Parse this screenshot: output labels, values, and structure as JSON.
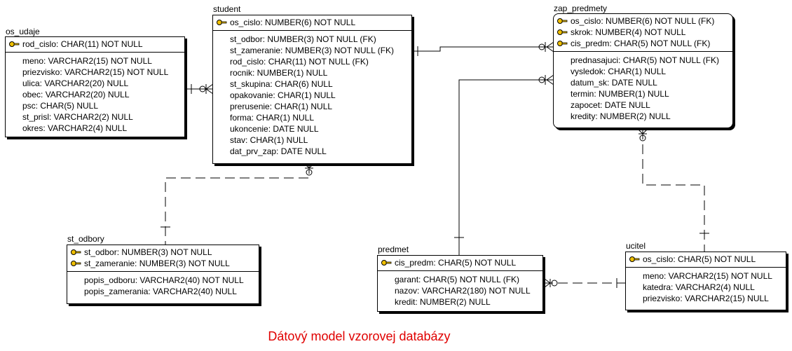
{
  "caption": "Dátový model vzorovej databázy",
  "entities": {
    "os_udaje": {
      "title": "os_udaje",
      "keys": [
        "rod_cislo: CHAR(11) NOT NULL"
      ],
      "attrs": [
        "meno: VARCHAR2(15) NOT NULL",
        "priezvisko: VARCHAR2(15) NOT NULL",
        "ulica: VARCHAR2(20) NULL",
        "obec: VARCHAR2(20) NULL",
        "psc: CHAR(5) NULL",
        "st_prisl: VARCHAR2(2) NULL",
        "okres: VARCHAR2(4) NULL"
      ]
    },
    "student": {
      "title": "student",
      "keys": [
        "os_cislo: NUMBER(6) NOT NULL"
      ],
      "attrs": [
        "st_odbor: NUMBER(3) NOT NULL (FK)",
        "st_zameranie: NUMBER(3) NOT NULL (FK)",
        "rod_cislo: CHAR(11) NOT NULL (FK)",
        "rocnik: NUMBER(1) NULL",
        "st_skupina: CHAR(6) NULL",
        "opakovanie: CHAR(1) NULL",
        "prerusenie: CHAR(1) NULL",
        "forma: CHAR(1) NULL",
        "ukoncenie: DATE NULL",
        "stav: CHAR(1) NULL",
        "dat_prv_zap: DATE NULL"
      ]
    },
    "zap_predmety": {
      "title": "zap_predmety",
      "keys": [
        "os_cislo: NUMBER(6) NOT NULL (FK)",
        "skrok: NUMBER(4) NOT NULL",
        "cis_predm: CHAR(5) NOT NULL (FK)"
      ],
      "attrs": [
        "prednasajuci: CHAR(5) NOT NULL (FK)",
        "vysledok: CHAR(1) NULL",
        "datum_sk: DATE NULL",
        "termin: NUMBER(1) NULL",
        "zapocet: DATE NULL",
        "kredity: NUMBER(2) NULL"
      ]
    },
    "st_odbory": {
      "title": "st_odbory",
      "keys": [
        "st_odbor: NUMBER(3) NOT NULL",
        "st_zameranie: NUMBER(3) NOT NULL"
      ],
      "attrs": [
        "popis_odboru: VARCHAR2(40) NOT NULL",
        "popis_zamerania: VARCHAR2(40) NULL"
      ]
    },
    "predmet": {
      "title": "predmet",
      "keys": [
        "cis_predm: CHAR(5) NOT NULL"
      ],
      "attrs": [
        "garant: CHAR(5) NOT NULL (FK)",
        "nazov: VARCHAR2(180) NOT NULL",
        "kredit: NUMBER(2) NULL"
      ]
    },
    "ucitel": {
      "title": "ucitel",
      "keys": [
        "os_cislo: CHAR(5) NOT NULL"
      ],
      "attrs": [
        "meno: VARCHAR2(15) NOT NULL",
        "katedra: VARCHAR2(4) NULL",
        "priezvisko: VARCHAR2(15) NULL"
      ]
    }
  }
}
